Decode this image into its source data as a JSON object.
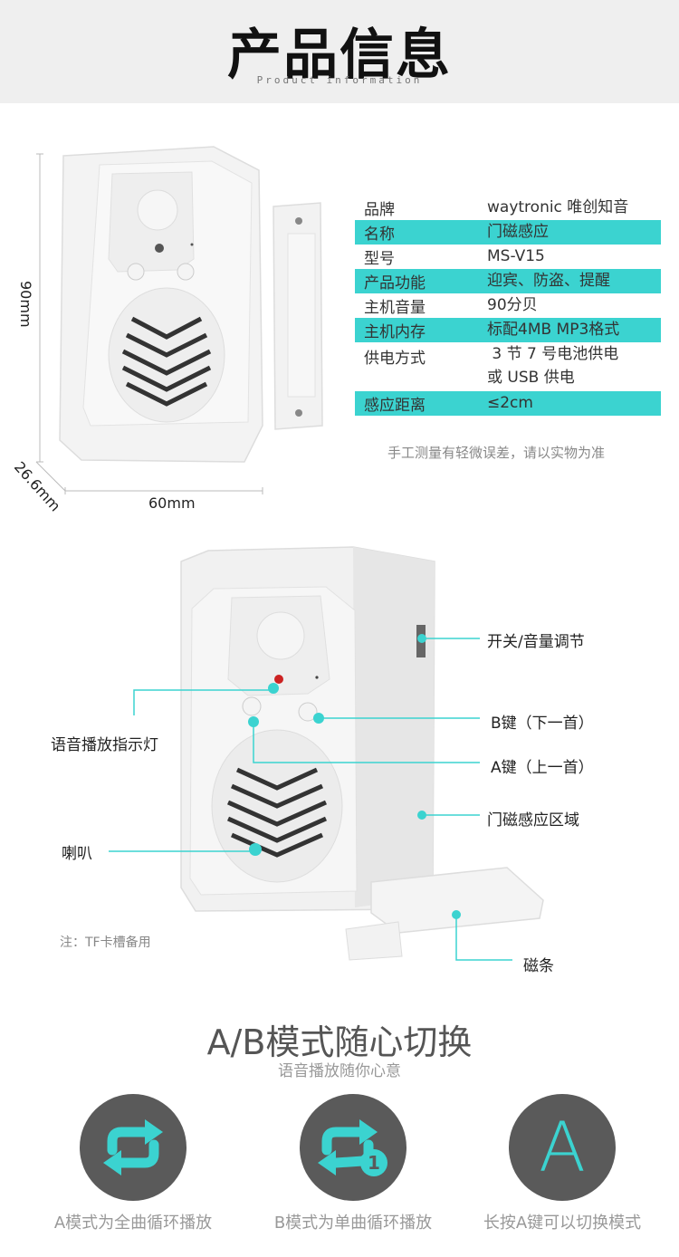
{
  "header": {
    "title": "产品信息",
    "subtitle": "Product information"
  },
  "dimensions": {
    "height": "90mm",
    "depth": "26.6mm",
    "width": "60mm"
  },
  "specs": [
    {
      "key": "品牌",
      "value": "waytronic 唯创知音",
      "highlight": false
    },
    {
      "key": "名称",
      "value": "门磁感应",
      "highlight": true
    },
    {
      "key": "型号",
      "value": "MS-V15",
      "highlight": false
    },
    {
      "key": "产品功能",
      "value": "迎宾、防盗、提醒",
      "highlight": true
    },
    {
      "key": "主机音量",
      "value": "90分贝",
      "highlight": false
    },
    {
      "key": "主机内存",
      "value": "标配4MB  MP3格式",
      "highlight": true
    },
    {
      "key": "供电方式",
      "value": " 3 节 7 号电池供电",
      "value2": "或 USB 供电",
      "highlight": false
    },
    {
      "key": "感应距离",
      "value": "≤2cm",
      "highlight": true
    }
  ],
  "measure_note": "手工测量有轻微误差，请以实物为准",
  "callouts": {
    "switch": "开关/音量调节",
    "b_key": "B键（下一首）",
    "a_key": "A键（上一首）",
    "sensor_area": "门磁感应区域",
    "magnet": "磁条",
    "indicator": "语音播放指示灯",
    "speaker": "喇叭"
  },
  "tf_note": "注：TF卡槽备用",
  "modes": {
    "title": "A/B模式随心切换",
    "subtitle": "语音播放随你心意",
    "items": [
      {
        "label": "A模式为全曲循环播放",
        "icon": "repeat-all-icon"
      },
      {
        "label": "B模式为单曲循环播放",
        "icon": "repeat-one-icon"
      },
      {
        "label": "长按A键可以切换模式",
        "icon": "letter-a-icon",
        "glyph": "A"
      }
    ]
  },
  "colors": {
    "accent": "#3bd3d0",
    "circle": "#5a5a5a",
    "header_bg": "#efefef"
  }
}
